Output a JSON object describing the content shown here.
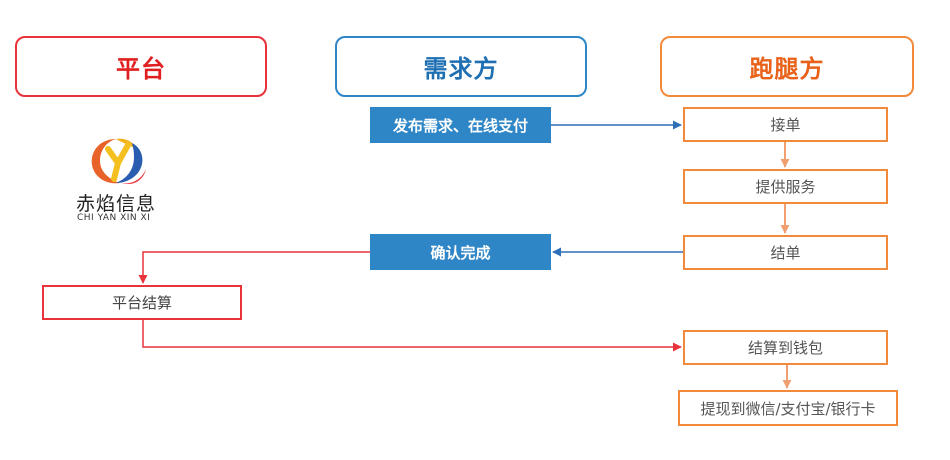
{
  "headers": {
    "platform": "平台",
    "demand": "需求方",
    "runner": "跑腿方"
  },
  "logo": {
    "name": "赤焰信息",
    "subtitle": "CHI YAN XIN XI",
    "icon": "chiyan-logo-icon"
  },
  "steps": {
    "publish": "发布需求、在线支付",
    "accept": "接单",
    "service": "提供服务",
    "finish": "结单",
    "confirm": "确认完成",
    "settle": "平台结算",
    "wallet": "结算到钱包",
    "withdraw": "提现到微信/支付宝/银行卡"
  },
  "colors": {
    "platform": "#e8333b",
    "demand": "#2e86c8",
    "runner": "#f28a3c"
  }
}
